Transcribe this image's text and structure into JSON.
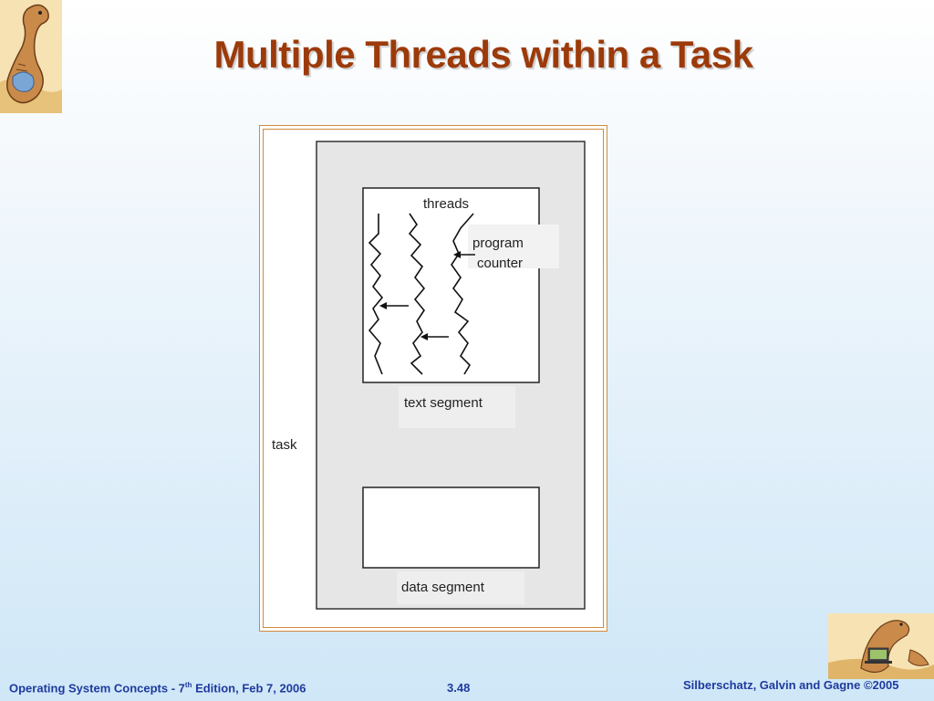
{
  "slide": {
    "title": "Multiple Threads within a Task"
  },
  "diagram": {
    "task_label": "task",
    "threads_label": "threads",
    "program_counter_line1": "program",
    "program_counter_line2": "counter",
    "text_segment_label": "text segment",
    "data_segment_label": "data segment"
  },
  "footer": {
    "left_prefix": "Operating System Concepts - 7",
    "left_sup": "th",
    "left_suffix": " Edition, Feb 7, 2006",
    "page_number": "3.48",
    "copyright": "Silberschatz, Galvin and Gagne ©2005"
  },
  "colors": {
    "title": "#9c3a0a",
    "footer": "#1f3a9e",
    "frame_border": "#d08a3c",
    "task_box_fill": "#e6e6e6"
  },
  "icons": {
    "top_left": "dinosaur-mascot-icon",
    "bottom_right": "dinosaur-with-laptop-icon"
  }
}
